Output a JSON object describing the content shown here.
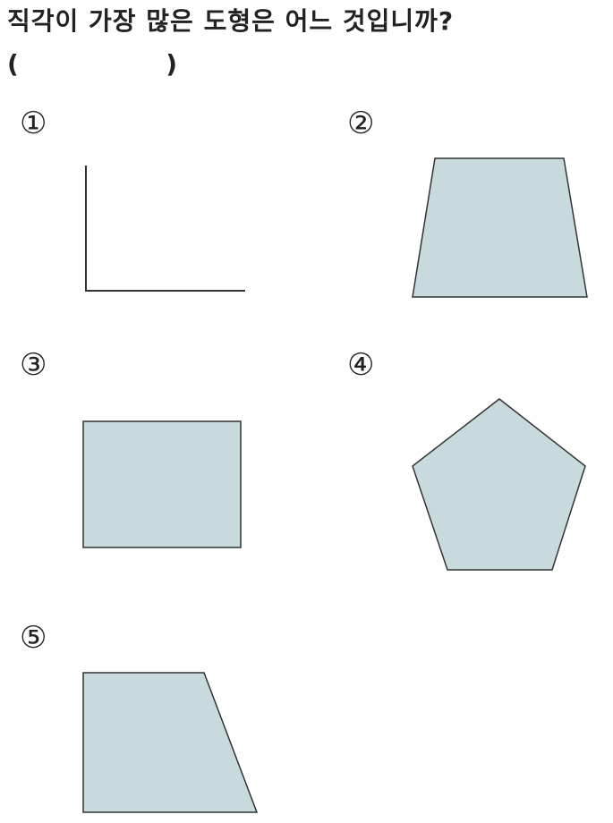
{
  "question": "직각이 가장 많은 도형은 어느 것입니까?",
  "answer_blank": {
    "open": "(",
    "close": ")"
  },
  "choices": [
    {
      "label": "①",
      "shape": "right-angle-lines"
    },
    {
      "label": "②",
      "shape": "trapezoid"
    },
    {
      "label": "③",
      "shape": "rectangle"
    },
    {
      "label": "④",
      "shape": "pentagon"
    },
    {
      "label": "⑤",
      "shape": "right-trapezoid"
    }
  ],
  "colors": {
    "shape_fill": "#c8dadd",
    "shape_stroke": "#333333"
  }
}
